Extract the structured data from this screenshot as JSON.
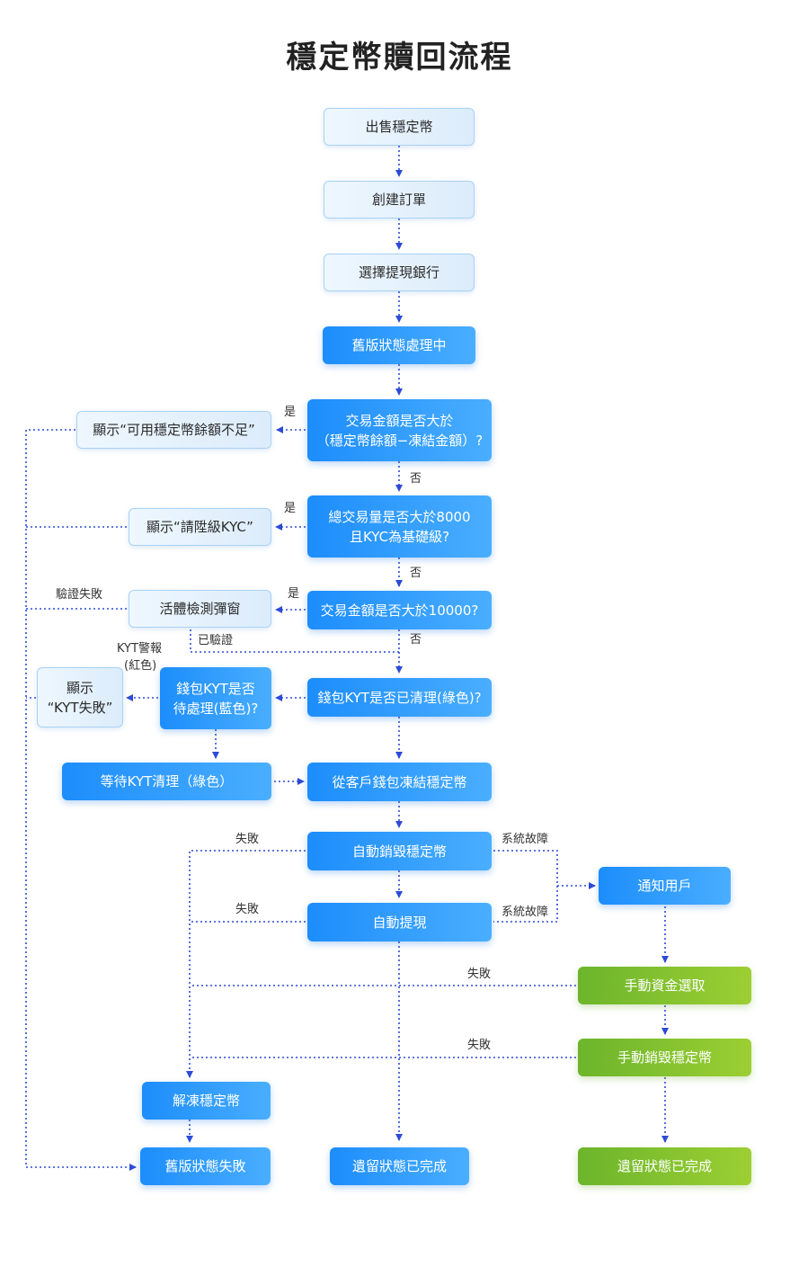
{
  "title": "穩定幣贖回流程",
  "nodes": {
    "sell": "出售穩定幣",
    "create_order": "創建訂單",
    "choose_bank": "選擇提現銀行",
    "legacy_processing": "舊版狀態處理中",
    "q_amount_balance_1": "交易金額是否大於",
    "q_amount_balance_2": "（穩定幣餘額−凍結金額）?",
    "msg_insufficient": "顯示“可用穩定幣餘額不足”",
    "q_total_8000_1": "總交易量是否大於8000",
    "q_total_8000_2": "且KYC為基礎級?",
    "msg_kyc_upgrade": "顯示“請陞級KYC”",
    "q_amount_10000": "交易金額是否大於10000?",
    "liveness_popup": "活體檢測彈窗",
    "q_kyt_cleared": "錢包KYT是否已清理(綠色)?",
    "q_kyt_pending_1": "錢包KYT是否",
    "q_kyt_pending_2": "待處理(藍色)?",
    "msg_kyt_fail_1": "顯示",
    "msg_kyt_fail_2": "“KYT失敗”",
    "wait_kyt": "等待KYT清理（綠色）",
    "freeze_wallet": "從客戶錢包凍結穩定幣",
    "auto_burn": "自動銷毀穩定幣",
    "auto_withdraw": "自動提現",
    "notify_user": "通知用戶",
    "manual_withdraw": "手動資金選取",
    "manual_burn": "手動銷毀穩定幣",
    "unfreeze": "解凍穩定幣",
    "legacy_failed": "舊版狀態失敗",
    "legacy_done_center": "遺留狀態已完成",
    "legacy_done_right": "遺留狀態已完成"
  },
  "labels": {
    "yes_1": "是",
    "yes_2": "是",
    "yes_3": "是",
    "no_1": "否",
    "no_2": "否",
    "no_3": "否",
    "verify_fail": "驗證失敗",
    "verified": "已驗證",
    "kyt_alert_1": "KYT警報",
    "kyt_alert_2": "(紅色)",
    "fail_1": "失敗",
    "fail_2": "失敗",
    "fail_3": "失敗",
    "fail_4": "失敗",
    "sys_fault_1": "系統故障",
    "sys_fault_2": "系統故障"
  },
  "colors": {
    "arrow": "#2d4bd6",
    "light_node": "#e6f2fd",
    "blue_node": "#2196fb",
    "green_node": "#84c22e"
  }
}
